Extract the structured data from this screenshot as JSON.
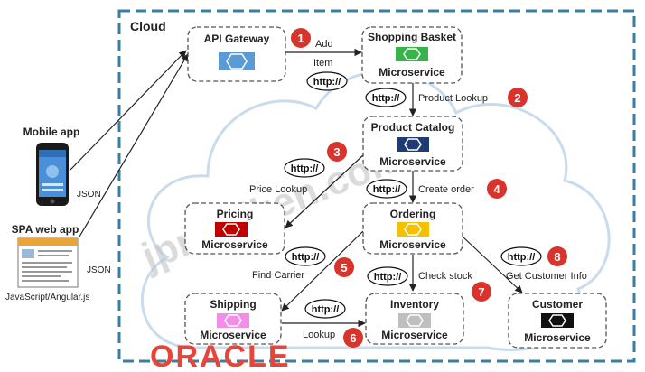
{
  "cloud_label": "Cloud",
  "services": {
    "api_gateway": {
      "title": "API Gateway",
      "color": "#5b9bd5"
    },
    "shopping_basket": {
      "title": "Shopping Basket",
      "subtitle": "Microservice",
      "color": "#36b44a"
    },
    "product_catalog": {
      "title": "Product Catalog",
      "subtitle": "Microservice",
      "color": "#1f3b73"
    },
    "pricing": {
      "title": "Pricing",
      "subtitle": "Microservice",
      "color": "#c00000"
    },
    "ordering": {
      "title": "Ordering",
      "subtitle": "Microservice",
      "color": "#f5c000"
    },
    "shipping": {
      "title": "Shipping",
      "subtitle": "Microservice",
      "color": "#f28ee8"
    },
    "inventory": {
      "title": "Inventory",
      "subtitle": "Microservice",
      "color": "#bfbfbf"
    },
    "customer": {
      "title": "Customer",
      "subtitle": "Microservice",
      "color": "#111111"
    }
  },
  "clients": {
    "mobile": {
      "title": "Mobile app",
      "format": "JSON"
    },
    "spa": {
      "title": "SPA web app",
      "format": "JSON",
      "tech": "JavaScript/Angular.js"
    }
  },
  "protocol": "http://",
  "steps": [
    {
      "number": "1",
      "label_line1": "Add",
      "label_line2": "Item"
    },
    {
      "number": "2",
      "label": "Product Lookup"
    },
    {
      "number": "3",
      "label": "Price Lookup"
    },
    {
      "number": "4",
      "label": "Create order"
    },
    {
      "number": "5",
      "label": "Find Carrier"
    },
    {
      "number": "6",
      "label": "Lookup"
    },
    {
      "number": "7",
      "label": "Check stock"
    },
    {
      "number": "8",
      "label": "Get Customer Info"
    }
  ],
  "branding": {
    "logo_text": "ORACLE",
    "watermark": "jpnshiken.com"
  },
  "colors": {
    "border": "#3a7ea1",
    "badge": "#d9342b",
    "logo": "#e8443a"
  }
}
